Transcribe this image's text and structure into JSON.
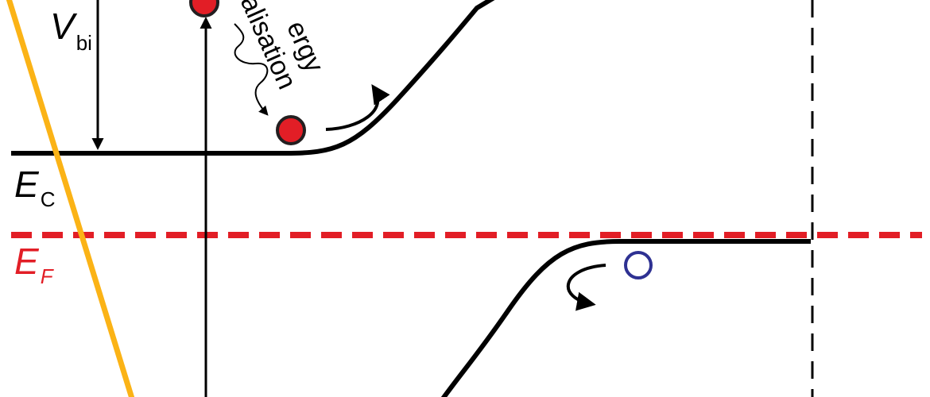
{
  "labels": {
    "vbi": {
      "symbol": "V",
      "subscript": "bi"
    },
    "ec": {
      "symbol": "E",
      "subscript": "C"
    },
    "ef": {
      "symbol": "E",
      "subscript": "F"
    },
    "thermalisation": {
      "line1": "ergy",
      "line2": "nalisation"
    }
  },
  "colors": {
    "band": "#000000",
    "fermi": "#e21e26",
    "electron": "#e21e26",
    "hole": "#2e3192",
    "yellow_line": "#fbb316"
  }
}
